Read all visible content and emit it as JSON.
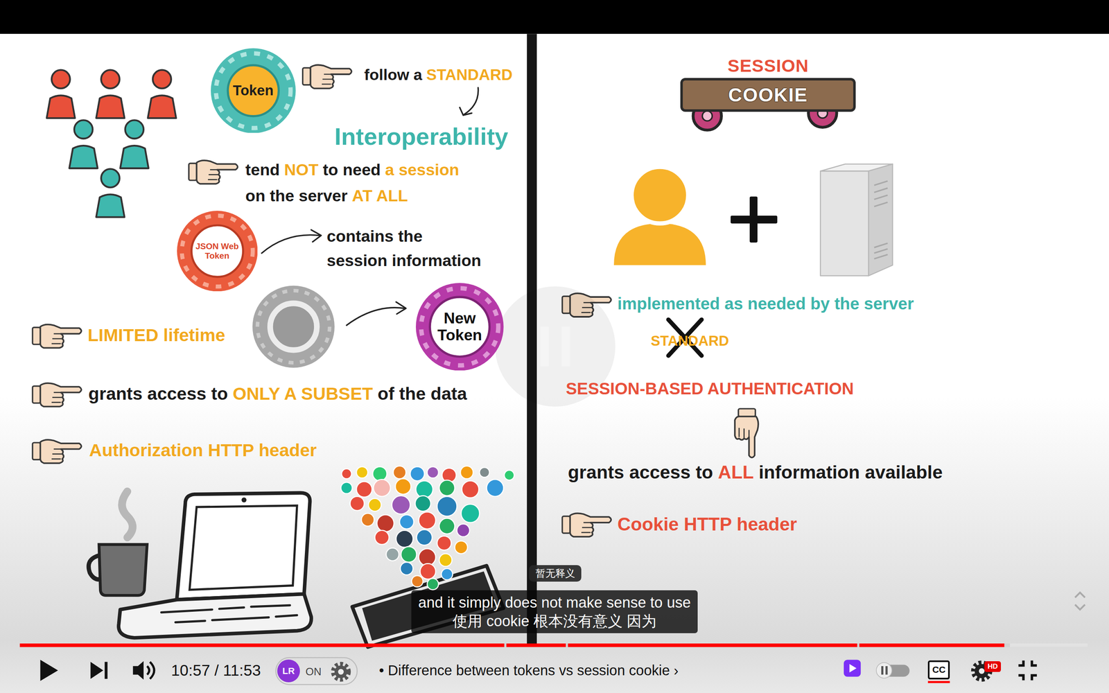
{
  "diagram": {
    "nodes": [
      {
        "text": [
          "Token"
        ]
      },
      {
        "text": [
          "JSON Web Token"
        ]
      },
      {
        "text": [
          "New Token"
        ]
      },
      {
        "text": [
          "SESSION",
          "COOKIE"
        ]
      },
      {
        "text": [
          "暂无释义"
        ]
      },
      {
        "text": [
          "and it simply does not make sense to use",
          "使用 cookie 根本没有意义 因为"
        ]
      },
      {
        "text": [
          "LR"
        ]
      },
      {
        "text": [
          "CC"
        ]
      },
      {
        "text": [
          "HD"
        ]
      }
    ],
    "labels": [
      "follow a",
      "STANDARD",
      "Interoperability",
      "tend",
      "NOT",
      "to need",
      "a session",
      "on the server",
      "AT ALL",
      "contains the session information",
      "LIMITED lifetime",
      "grants access to",
      "ONLY A SUBSET",
      "of the data",
      "Authorization HTTP header",
      "implemented as needed by the server",
      "STANDARD",
      "SESSION-BASED AUTHENTICATION",
      "grants access to",
      "ALL",
      "information available",
      "Cookie HTTP header",
      "10:57 / 11:53",
      "ON",
      "• Difference between tokens vs session cookie ›"
    ]
  }
}
